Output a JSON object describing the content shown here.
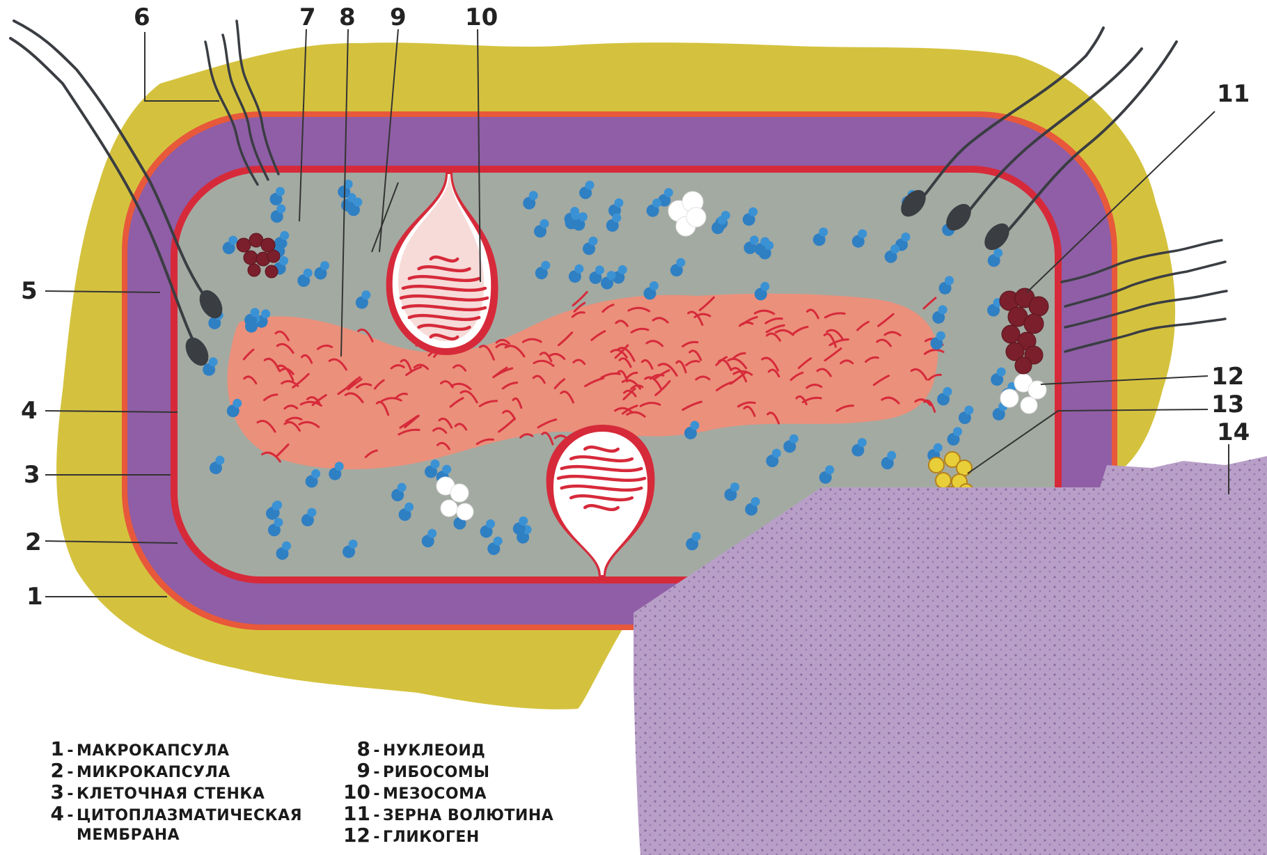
{
  "callouts": {
    "c1": "1",
    "c2": "2",
    "c3": "3",
    "c4": "4",
    "c5": "5",
    "c6": "6",
    "c7": "7",
    "c8": "8",
    "c9": "9",
    "c10": "10",
    "c11": "11",
    "c12": "12",
    "c13": "13",
    "c14": "14"
  },
  "legend": {
    "sep": "-",
    "left": [
      {
        "num": "1",
        "text": "МАКРОКАПСУЛА"
      },
      {
        "num": "2",
        "text": "МИКРОКАПСУЛА"
      },
      {
        "num": "3",
        "text": "КЛЕТОЧНАЯ СТЕНКА"
      },
      {
        "num": "4",
        "text": "ЦИТОПЛАЗМАТИЧЕСКАЯ",
        "cont": "МЕМБРАНА"
      }
    ],
    "right": [
      {
        "num": "8",
        "text": "НУКЛЕОИД"
      },
      {
        "num": "9",
        "text": "РИБОСОМЫ"
      },
      {
        "num": "10",
        "text": "МЕЗОСОМА"
      },
      {
        "num": "11",
        "text": "ЗЕРНА ВОЛЮТИНА"
      },
      {
        "num": "12",
        "text": "ГЛИКОГЕН"
      }
    ]
  },
  "colors": {
    "background": "#ffffff",
    "macrocapsule": "#d4c23e",
    "microcapsule": "#e8583a",
    "cell_wall": "#8f5ea6",
    "membrane": "#d62a3a",
    "cytoplasm": "#a3aaa2",
    "nucleoid": "#eb907b",
    "nucleoid_dna": "#d62a3a",
    "ribosome": "#2f7fc3",
    "glycogen": "#ffffff",
    "volutin": "#7a1f2b",
    "lipid": "#e8cf3a",
    "flagellum": "#3a3d42",
    "substrate": "#b89fc7"
  }
}
